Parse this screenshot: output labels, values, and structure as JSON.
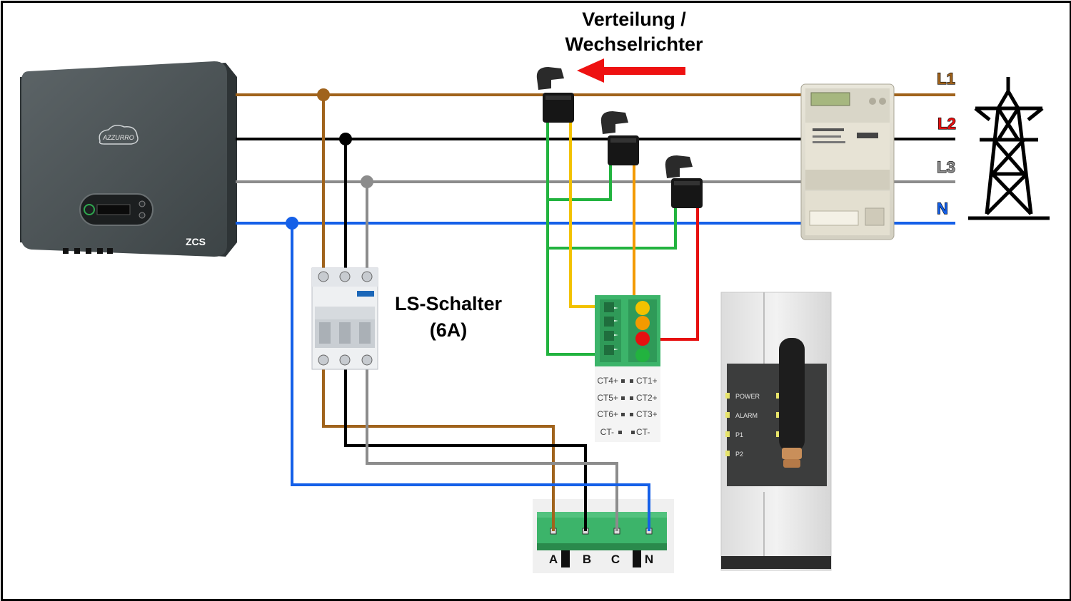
{
  "header": {
    "title_line1": "Verteilung /",
    "title_line2": "Wechselrichter"
  },
  "grid_lines": {
    "l1": "L1",
    "l2": "L2",
    "l3": "L3",
    "n": "N"
  },
  "breaker": {
    "label_line1": "LS-Schalter",
    "label_line2": "(6A)"
  },
  "inverter": {
    "brand": "AZZURRO",
    "logo": "ZCS"
  },
  "ct_block": {
    "labels_left": [
      "CT4+",
      "CT5+",
      "CT6+",
      "CT-"
    ],
    "labels_right": [
      "CT1+",
      "CT2+",
      "CT3+",
      "CT-"
    ]
  },
  "rs485_block": {
    "terminals": [
      "A",
      "B",
      "C",
      "N"
    ]
  },
  "gateway": {
    "leds": [
      "POWER",
      "ALARM",
      "P1",
      "P2"
    ]
  },
  "colors": {
    "l1": "#a0631c",
    "l2": "#000000",
    "l3": "#8c8c8c",
    "n": "#1560e8",
    "ct_yellow": "#f2c200",
    "ct_orange": "#f39a00",
    "ct_red": "#e61010",
    "ct_green": "#22b33f",
    "arrow": "#ee1111"
  }
}
